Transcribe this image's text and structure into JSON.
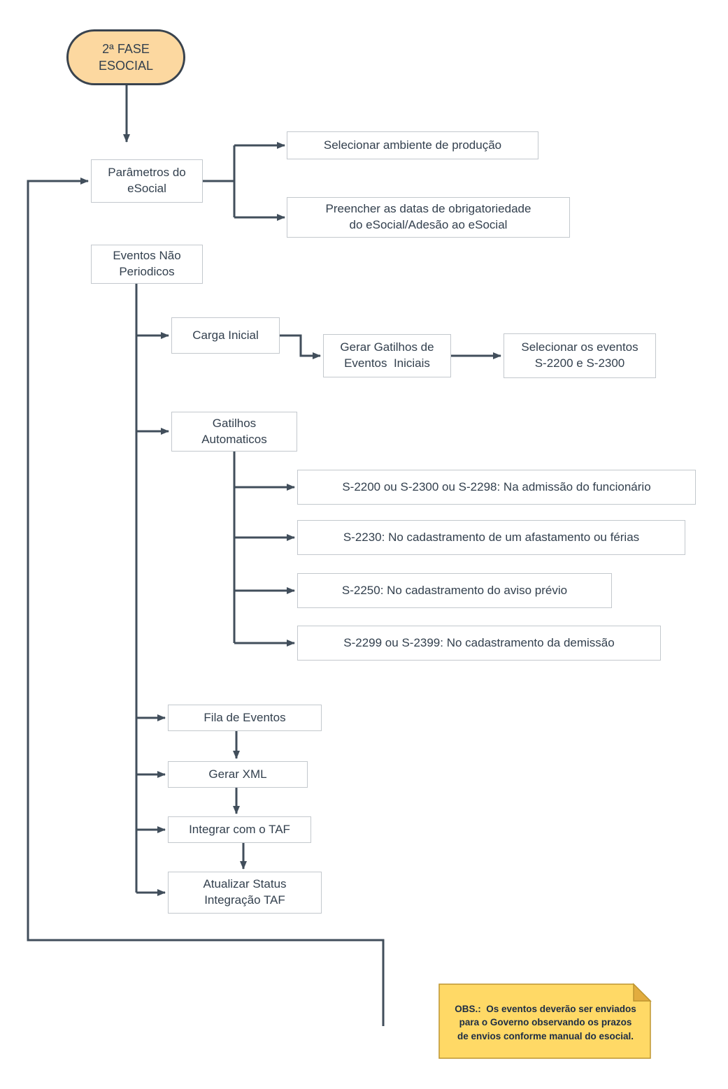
{
  "nodes": {
    "start": "2ª FASE\nESOCIAL",
    "parametros": "Parâmetros do\neSocial",
    "selecionar_ambiente": "Selecionar ambiente de produção",
    "preencher_datas": "Preencher as datas de obrigatoriedade\ndo eSocial/Adesão ao eSocial",
    "eventos_nao_periodicos": "Eventos Não\nPeriodicos",
    "carga_inicial": "Carga Inicial",
    "gerar_gatilhos": "Gerar Gatilhos de\nEventos  Iniciais",
    "selecionar_eventos": "Selecionar os eventos\nS-2200 e S-2300",
    "gatilhos_automaticos": "Gatilhos\nAutomaticos",
    "s2200": "S-2200 ou S-2300 ou S-2298: Na admissão do funcionário",
    "s2230": "S-2230: No cadastramento de um afastamento ou férias",
    "s2250": "S-2250: No cadastramento do aviso prévio",
    "s2299": "S-2299 ou S-2399: No cadastramento da demissão",
    "fila_eventos": "Fila de Eventos",
    "gerar_xml": "Gerar XML",
    "integrar_taf": "Integrar com o TAF",
    "atualizar_status": "Atualizar Status\nIntegração TAF"
  },
  "note": {
    "text": "OBS.:  Os eventos deverão ser enviados\npara o Governo observando os prazos\nde envios conforme manual do esocial."
  },
  "colors": {
    "line": "#414e5b",
    "box_border": "#c3c8cd",
    "box_background": "#ffffff",
    "text": "#33404e",
    "start_fill": "#fcd8a0",
    "start_border": "#39434e",
    "note_fill": "#FFD966",
    "note_fold": "#E2AC3F",
    "note_border": "#BD9530",
    "note_text": "#1c2c45"
  }
}
